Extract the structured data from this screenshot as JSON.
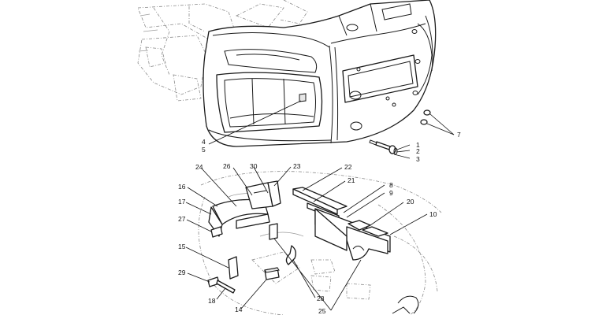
{
  "callouts": {
    "c1": "1",
    "c2": "2",
    "c3": "3",
    "c4": "4",
    "c5": "5",
    "c7": "7",
    "c8": "8",
    "c9": "9",
    "c10": "10",
    "c14": "14",
    "c15": "15",
    "c16": "16",
    "c17": "17",
    "c18": "18",
    "c20": "20",
    "c21": "21",
    "c22": "22",
    "c23": "23",
    "c24": "24",
    "c25": "25",
    "c26": "26",
    "c27": "27",
    "c28": "28",
    "c29": "29",
    "c30": "30"
  }
}
